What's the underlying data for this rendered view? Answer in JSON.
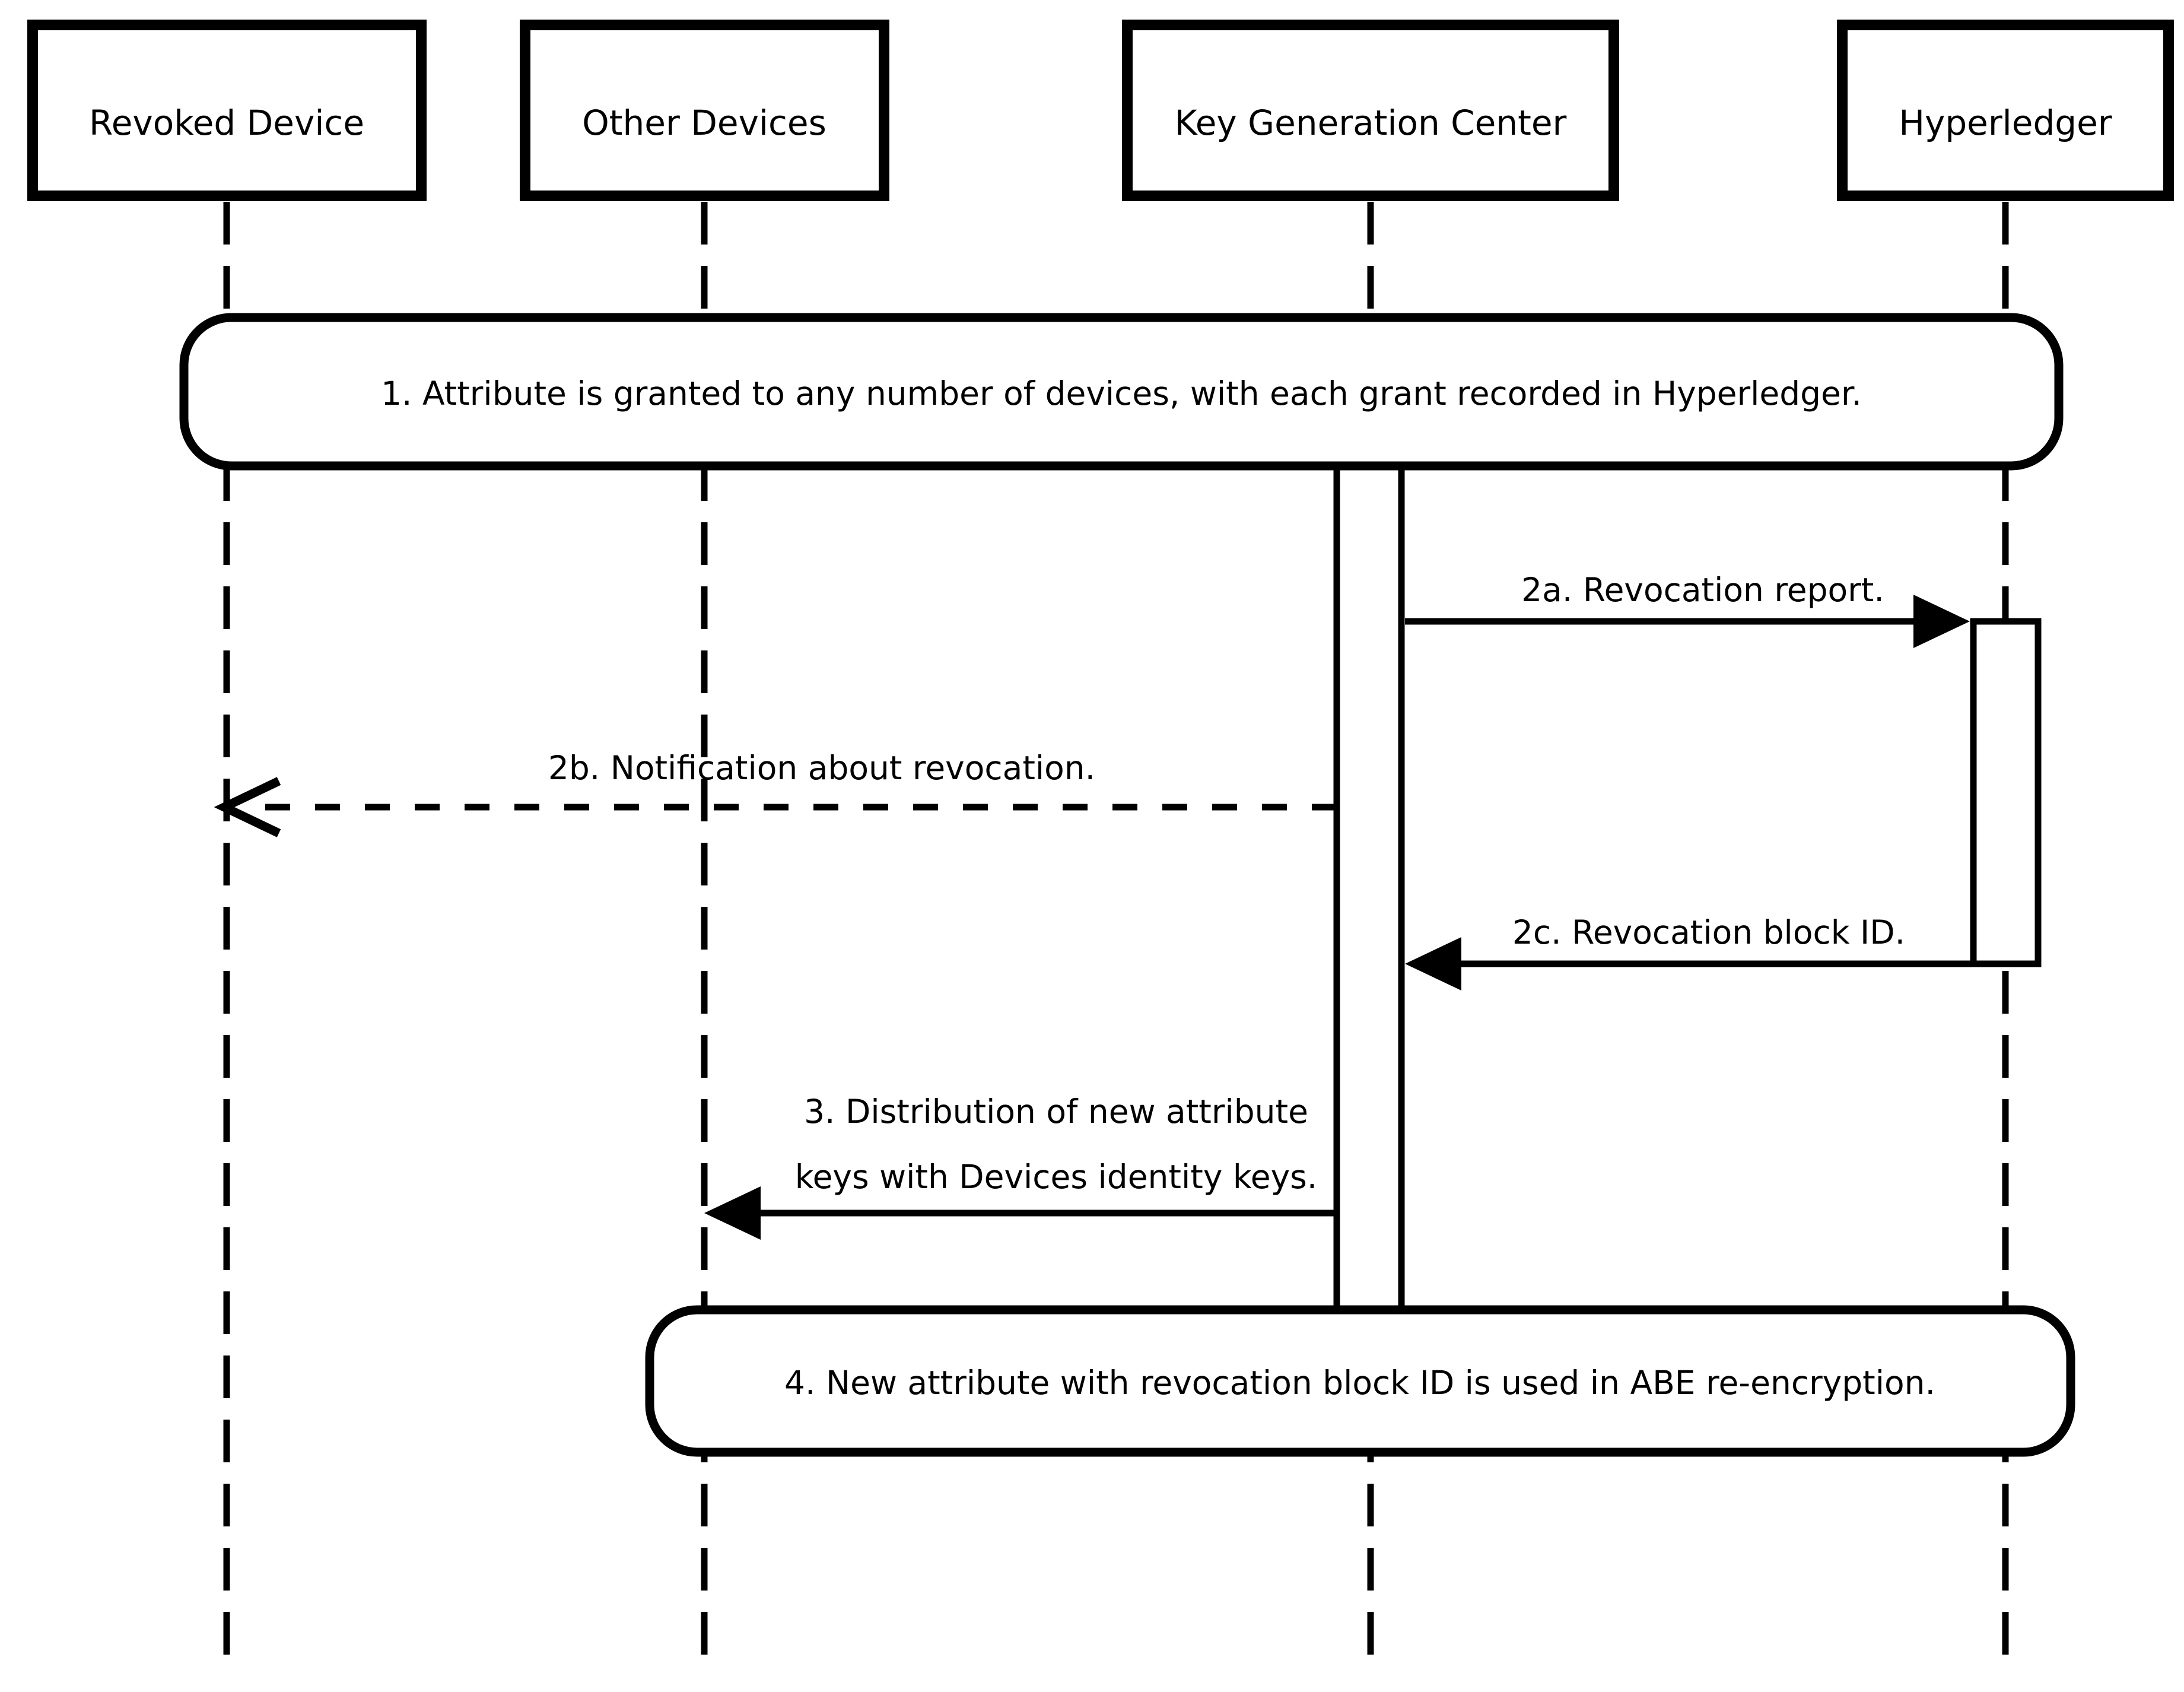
{
  "diagram": {
    "kind": "sequence-diagram",
    "colors": {
      "background": "#FFFFFF",
      "stroke": "#000000",
      "text": "#000000",
      "fill": "#FFFFFF"
    },
    "actors": [
      {
        "id": "revoked-device",
        "label": "Revoked Device"
      },
      {
        "id": "other-devices",
        "label": "Other Devices"
      },
      {
        "id": "key-generation-center",
        "label": "Key Generation Center"
      },
      {
        "id": "hyperledger",
        "label": "Hyperledger"
      }
    ],
    "lifeline_style": "dashed",
    "activations": [
      {
        "actor": "Key Generation Center",
        "from_step": "1",
        "to_step": "4"
      },
      {
        "actor": "Hyperledger",
        "from_step": "2a",
        "to_step": "2c"
      }
    ],
    "notes": [
      {
        "id": "1",
        "text": "1. Attribute is granted to any number of devices, with each grant recorded in Hyperledger.",
        "spans": [
          "Revoked Device",
          "Other Devices",
          "Key Generation Center",
          "Hyperledger"
        ]
      },
      {
        "id": "4",
        "text": "4. New attribute with revocation block ID is used in ABE re-encryption.",
        "spans": [
          "Other Devices",
          "Key Generation Center",
          "Hyperledger"
        ]
      }
    ],
    "messages": [
      {
        "id": "2a",
        "label": "2a. Revocation report.",
        "from": "Key Generation Center",
        "to": "Hyperledger",
        "line": "solid",
        "arrowhead": "filled"
      },
      {
        "id": "2b",
        "label": "2b. Notification about revocation.",
        "from": "Key Generation Center",
        "to": "Revoked Device",
        "line": "dashed",
        "arrowhead": "open"
      },
      {
        "id": "2c",
        "label": "2c. Revocation block ID.",
        "from": "Hyperledger",
        "to": "Key Generation Center",
        "line": "solid",
        "arrowhead": "filled"
      },
      {
        "id": "3",
        "label": "3. Distribution of new attribute keys with Devices identity keys.",
        "lines": [
          "3. Distribution of new attribute",
          "keys with Devices identity keys."
        ],
        "from": "Key Generation Center",
        "to": "Other Devices",
        "line": "solid",
        "arrowhead": "filled"
      }
    ]
  }
}
